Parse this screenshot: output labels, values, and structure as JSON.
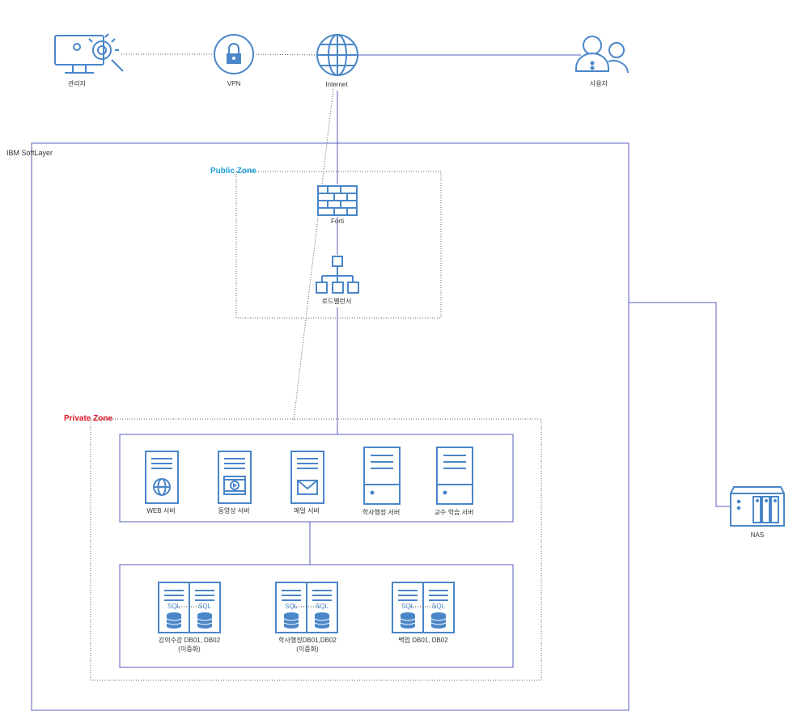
{
  "top": {
    "admin": "관리자",
    "vpn": "VPN",
    "internet": "Internet",
    "user": "사용자"
  },
  "cloud": {
    "title": "IBM SoftLayer"
  },
  "public_zone": {
    "title": "Public Zone",
    "title_color": "#1aa0d8",
    "firewall": "Forti",
    "load_balancer": "로드밸런서"
  },
  "private_zone": {
    "title": "Private Zone",
    "title_color": "#e0182a",
    "servers": [
      {
        "label": "WEB 서버",
        "icon": "web-server-icon"
      },
      {
        "label": "동영상 서버",
        "icon": "video-server-icon"
      },
      {
        "label": "메일 서버",
        "icon": "mail-server-icon"
      },
      {
        "label": "학사행정 서버",
        "icon": "server-tower-icon"
      },
      {
        "label": "교수 학습 서버",
        "icon": "server-tower-icon"
      }
    ],
    "databases": [
      {
        "line1": "강의수강 DB01, DB02",
        "line2": "(이중화)"
      },
      {
        "line1": "학사행정DB01,DB02",
        "line2": "(이중화)"
      },
      {
        "line1": "백업 DB01, DB02",
        "line2": ""
      }
    ],
    "sql_tag": "SQL"
  },
  "nas": {
    "label": "NAS"
  },
  "colors": {
    "line": "#5a5fbf",
    "icon": "#4a86c8",
    "icon_fill": "#5b93d3"
  }
}
